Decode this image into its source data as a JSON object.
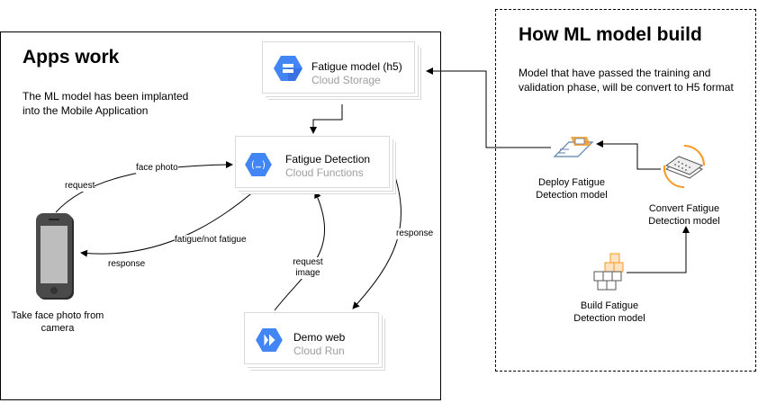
{
  "apps_panel": {
    "title": "Apps work",
    "description": "The ML model has been implanted into the Mobile Application",
    "phone_caption_1": "Take face photo from",
    "phone_caption_2": "camera"
  },
  "ml_panel": {
    "title": "How ML model build",
    "description": "Model that have passed the training and validation phase, will be convert to H5 format"
  },
  "nodes": {
    "storage": {
      "name": "Fatigue model (h5)",
      "service": "Cloud Storage"
    },
    "functions": {
      "name": "Fatigue Detection",
      "service": "Cloud Functions"
    },
    "run": {
      "name": "Demo web",
      "service": "Cloud Run"
    },
    "deploy": {
      "line1": "Deploy Fatigue",
      "line2": "Detection model"
    },
    "convert": {
      "line1": "Convert Fatigue",
      "line2": "Detection model"
    },
    "build": {
      "line1": "Build Fatigue",
      "line2": "Detection model"
    }
  },
  "edges": {
    "request": "request",
    "face_photo": "face photo",
    "fatigue_result": "fatigue/not fatigue",
    "response_left": "response",
    "response_right": "response",
    "request_image_1": "request",
    "request_image_2": "image"
  },
  "colors": {
    "gcp_blue": "#4285f4",
    "gcp_blue_dark": "#3367d6",
    "aws_orange": "#f7981f"
  }
}
